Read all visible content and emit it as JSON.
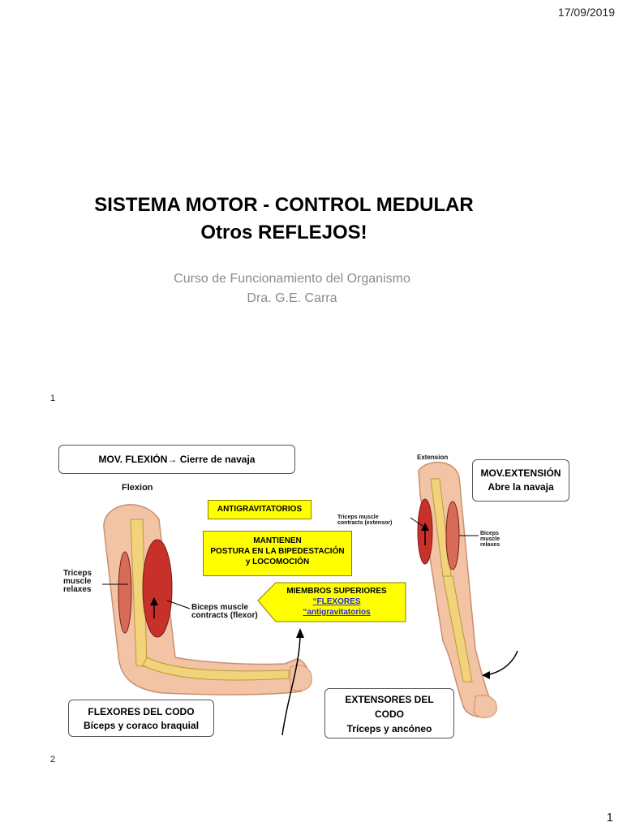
{
  "header": {
    "date": "17/09/2019"
  },
  "slide1": {
    "title_line1": "SISTEMA MOTOR - CONTROL MEDULAR",
    "title_line2": "Otros REFLEJOS!",
    "subtitle_line1": "Curso de Funcionamiento del Organismo",
    "subtitle_line2": "Dra. G.E. Carra",
    "number": "1"
  },
  "slide2": {
    "number": "2",
    "boxes": {
      "flexion": "MOV. FLEXIÓN→ Cierre de navaja",
      "extension_line1": "MOV.EXTENSIÓN",
      "extension_line2": "Abre la navaja",
      "antigravitatorios": "ANTIGRAVITATORIOS",
      "mantienen_line1": "MANTIENEN",
      "mantienen_line2": "POSTURA EN LA BIPEDESTACIÓN",
      "mantienen_line3": "y LOCOMOCIÓN",
      "miembros_line1": "MIEMBROS SUPERIORES",
      "miembros_line2": "“FLEXORES",
      "miembros_line3": "“antigravitatorios",
      "flexores_line1": "FLEXORES DEL CODO",
      "flexores_line2": "Bíceps y coraco braquial",
      "extensores_line1": "EXTENSORES DEL",
      "extensores_line2": "CODO",
      "extensores_line3": "Tríceps y ancóneo"
    },
    "labels": {
      "flexion": "Flexion",
      "extension": "Extension",
      "triceps_relaxes_1": "Triceps",
      "triceps_relaxes_2": "muscle",
      "triceps_relaxes_3": "relaxes",
      "biceps_contracts_1": "Biceps muscle",
      "biceps_contracts_2": "contracts (flexor)",
      "triceps_contracts_1": "Triceps muscle",
      "triceps_contracts_2": "contracts (extensor)",
      "biceps_relaxes_1": "Biceps",
      "biceps_relaxes_2": "muscle",
      "biceps_relaxes_3": "relaxes"
    },
    "colors": {
      "yellow": "#ffff00",
      "muscle": "#c8302a",
      "bone": "#f2d27a",
      "skin": "#f3c3a5"
    }
  },
  "footer": {
    "page": "1"
  }
}
